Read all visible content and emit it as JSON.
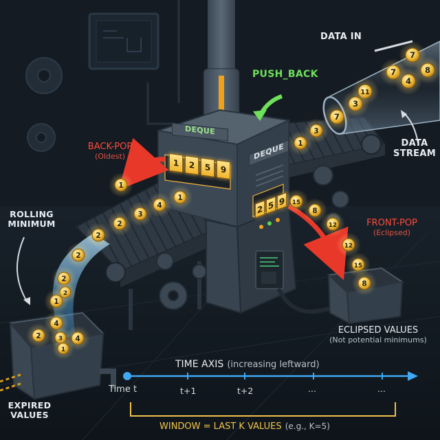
{
  "labels": {
    "data_in": "DATA IN",
    "push_back": "PUSH_BACK",
    "data_stream_line1": "DATA",
    "data_stream_line2": "STREAM",
    "back_pop": "BACK-POP",
    "back_pop_sub": "(Oldest)",
    "front_pop": "FRONT-POP",
    "front_pop_sub": "(Eclipsed)",
    "rolling_line1": "ROLLING",
    "rolling_line2": "MINIMUM",
    "eclipsed_values": "ECLIPSED VALUES",
    "eclipsed_sub": "(Not potential minimums)",
    "expired_line1": "EXPIRED",
    "expired_line2": "VALUES",
    "time_axis": "TIME AXIS",
    "time_axis_sub": "(increasing leftward)",
    "window": "WINDOW = LAST K VALUES",
    "window_sub": "(e.g., K=5)"
  },
  "deque": {
    "top_sign": "DEQUE",
    "front_sign": "DEQUE",
    "side_slots": [
      "1",
      "2",
      "5",
      "9"
    ],
    "front_slots": [
      "2",
      "5",
      "9"
    ]
  },
  "time_ticks": [
    "Time t",
    "t+1",
    "t+2",
    "...",
    "..."
  ],
  "balls": {
    "pipe": [
      "7",
      "7",
      "8",
      "11",
      "4",
      "3",
      "7"
    ],
    "incoming_belt": [
      "3",
      "1"
    ],
    "left_belt": [
      "1",
      "4",
      "3",
      "2",
      "2"
    ],
    "rolling_stream": [
      "2",
      "2",
      "2",
      "1",
      "4"
    ],
    "expired_bin": [
      "2",
      "3",
      "1",
      "4"
    ],
    "front_pop_stream": [
      "15",
      "8",
      "12",
      "12",
      "15"
    ],
    "eclipsed_bin": [
      "8"
    ],
    "back_pop": [
      "1"
    ]
  },
  "colors": {
    "background": "#131a21",
    "accent_red": "#ff4b3a",
    "accent_green": "#6fe05a",
    "axis_blue": "#3fa9f5",
    "ball_gold": "#f4c64a",
    "metal": "#4a5866"
  }
}
